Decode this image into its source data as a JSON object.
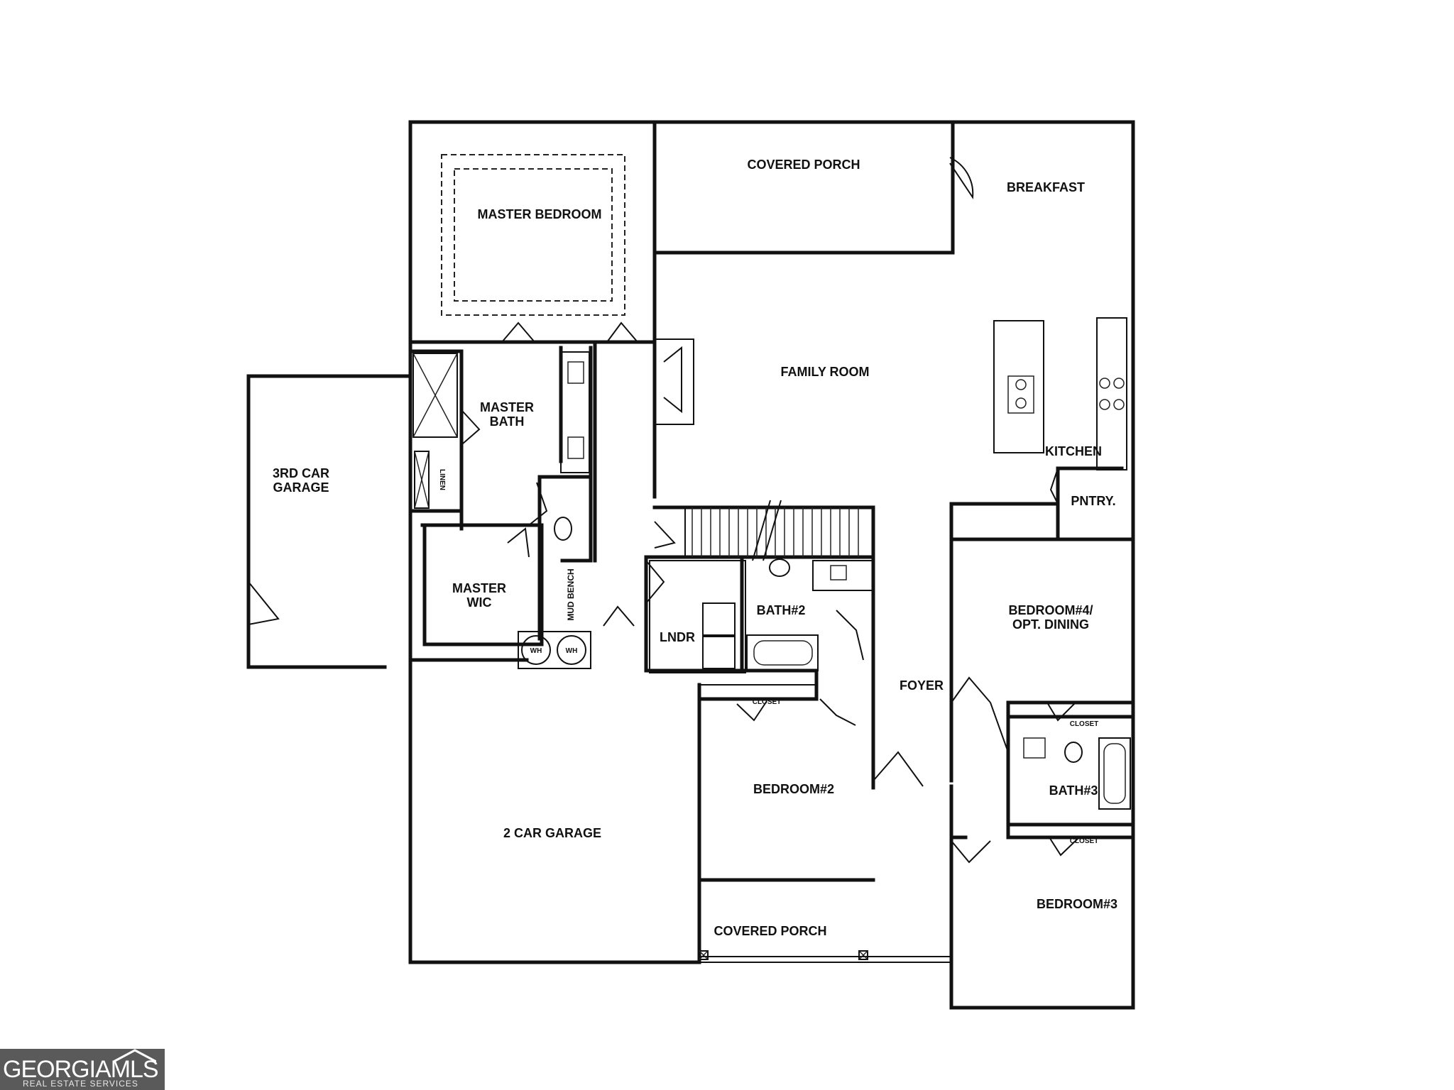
{
  "rooms": {
    "covered_porch_rear": "COVERED PORCH",
    "breakfast": "BREAKFAST",
    "master_bedroom": "MASTER BEDROOM",
    "family_room": "FAMILY ROOM",
    "master_bath_1": "MASTER",
    "master_bath_2": "BATH",
    "kitchen": "KITCHEN",
    "pantry": "PNTRY.",
    "garage_3rd_1": "3RD CAR",
    "garage_3rd_2": "GARAGE",
    "master_wic_1": "MASTER",
    "master_wic_2": "WIC",
    "linen": "LINEN",
    "mud_bench": "MUD BENCH",
    "bath2": "BATH#2",
    "lndr": "LNDR",
    "bedroom4_1": "BEDROOM#4/",
    "bedroom4_2": "OPT. DINING",
    "foyer": "FOYER",
    "wh_1": "WH",
    "wh_2": "WH",
    "closet_1": "CLOSET",
    "closet_2": "CLOSET",
    "closet_3": "CLOSET",
    "bath3": "BATH#3",
    "bedroom2": "BEDROOM#2",
    "garage_2car": "2 CAR GARAGE",
    "bedroom3": "BEDROOM#3",
    "covered_porch_front": "COVERED PORCH"
  },
  "watermark": {
    "brand": "GEORGIAMLS",
    "tagline": "REAL ESTATE SERVICES"
  }
}
